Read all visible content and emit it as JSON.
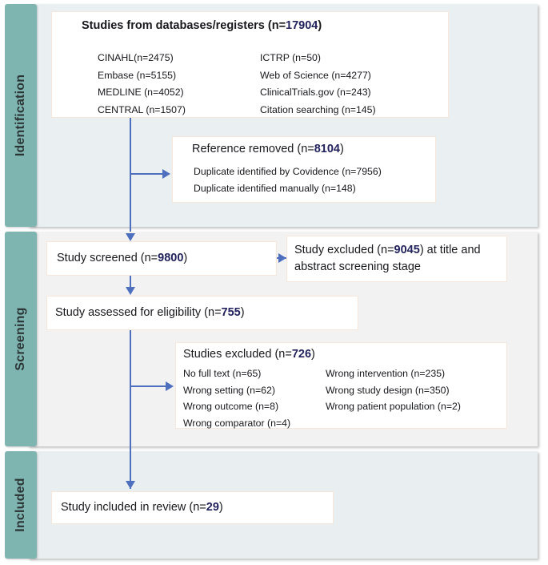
{
  "diagram": {
    "type": "prisma-flow-diagram",
    "colors": {
      "tab": "#7fb5b0",
      "panel_identification": "#eaf0f2",
      "panel_screening": "#f2f2f2",
      "panel_included": "#e9eff1",
      "box_border": "#f6e7da",
      "arrow": "#4d6fbe",
      "number": "#22225e"
    }
  },
  "stages": {
    "identification": "Identification",
    "screening": "Screening",
    "included": "Included"
  },
  "sources_box": {
    "heading_text": "Studies from databases/registers (n=",
    "heading_number": "17904",
    "heading_close": ")",
    "left_column": [
      "CINAHL(n=2475)",
      "Embase (n=5155)",
      "MEDLINE  (n=4052)",
      "CENTRAL  (n=1507)"
    ],
    "right_column": [
      "ICTRP  (n=50)",
      "Web of Science (n=4277)",
      "ClinicalTrials.gov (n=243)",
      "Citation searching (n=145)"
    ]
  },
  "reference_removed_box": {
    "heading_text": "Reference removed (n=",
    "heading_number": "8104",
    "heading_close": ")",
    "lines": [
      "Duplicate identified by Covidence (n=7956)",
      "Duplicate identified manually (n=148)"
    ]
  },
  "screened_box": {
    "text": "Study screened (n=",
    "number": "9800",
    "close": ")"
  },
  "excluded_title_abstract_box": {
    "text_before": "Study excluded (n=",
    "number": "9045",
    "text_after": ") at title and abstract screening stage"
  },
  "eligibility_box": {
    "text": "Study assessed for eligibility (n=",
    "number": "755",
    "close": ")"
  },
  "studies_excluded_box": {
    "heading_text": "Studies excluded (n=",
    "heading_number": "726",
    "heading_close": ")",
    "left_column": [
      "No  full text (n=65)",
      "Wrong setting (n=62)",
      "Wrong outcome  (n=8)",
      "Wrong comparator (n=4)"
    ],
    "right_column": [
      "Wrong intervention (n=235)",
      "Wrong study design (n=350)",
      "Wrong patient population (n=2)"
    ]
  },
  "included_box": {
    "text": "Study included in review (n=",
    "number": "29",
    "close": ")"
  }
}
